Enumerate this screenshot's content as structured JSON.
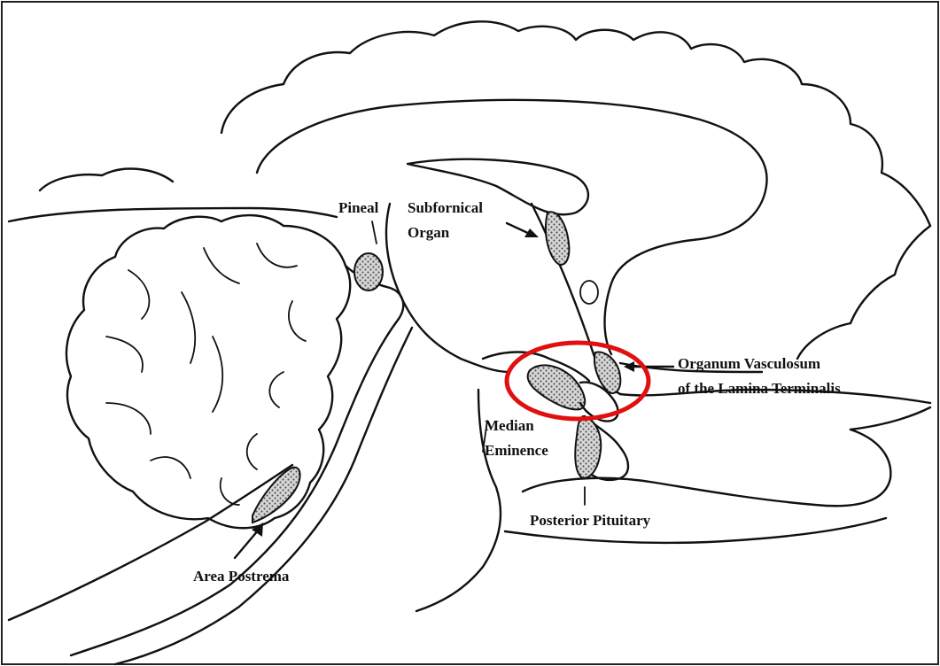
{
  "labels": {
    "pineal": "Pineal",
    "subfornical_line1": "Subfornical",
    "subfornical_line2": "Organ",
    "ovlt_line1": "Organum Vasculosum",
    "ovlt_line2": "of the Lamina Terminalis",
    "median_line1": "Median",
    "median_line2": "Eminence",
    "posterior_pituitary": "Posterior Pituitary",
    "area_postrema": "Area Postrema"
  },
  "colors": {
    "line": "#111111",
    "highlight": "#e01010",
    "background": "#ffffff"
  }
}
